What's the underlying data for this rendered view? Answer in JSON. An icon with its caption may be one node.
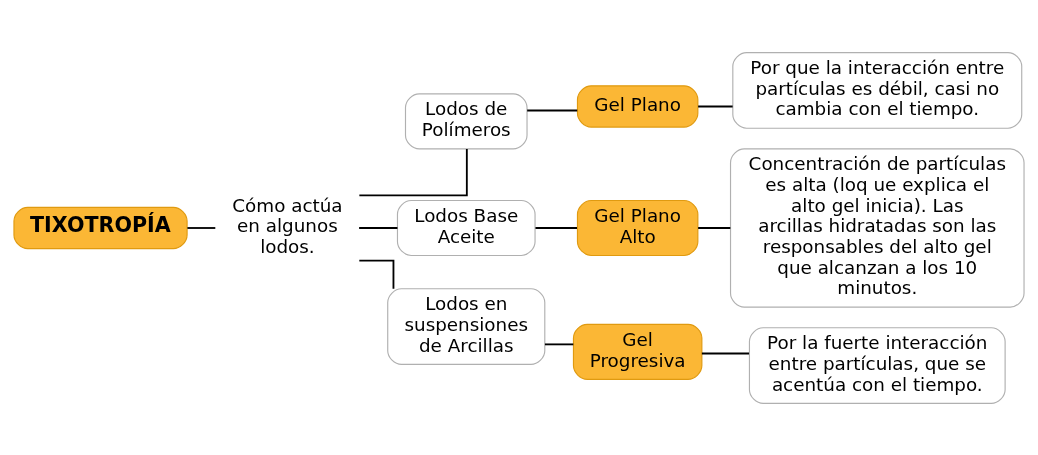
{
  "diagram": {
    "nodes": [
      {
        "text": [
          "TIXOTROPÍA"
        ]
      },
      {
        "text": [
          "Cómo actúa en algunos lodos."
        ]
      },
      {
        "text": [
          "Lodos de Polímeros"
        ]
      },
      {
        "text": [
          "Gel Plano"
        ]
      },
      {
        "text": [
          "Por que la interacción entre partículas es débil, casi no cambia con el tiempo."
        ]
      },
      {
        "text": [
          "Lodos Base Aceite"
        ]
      },
      {
        "text": [
          "Gel Plano Alto"
        ]
      },
      {
        "text": [
          "Concentración de partículas es alta (loq ue explica el alto gel inicia). Las arcillas hidratadas son las responsables del alto gel que alcanzan a los 10 minutos."
        ]
      },
      {
        "text": [
          "Lodos en suspensiones de Arcillas"
        ]
      },
      {
        "text": [
          "Gel Progresiva"
        ]
      },
      {
        "text": [
          "Por la fuerte interacción entre partículas, que se acentúa con el tiempo."
        ]
      }
    ],
    "edges": [
      {
        "from": 0,
        "to": 1,
        "arrow": "none"
      },
      {
        "from": 1,
        "to": 2,
        "arrow": "none"
      },
      {
        "from": 1,
        "to": 5,
        "arrow": "none"
      },
      {
        "from": 1,
        "to": 8,
        "arrow": "none"
      },
      {
        "from": 2,
        "to": 3,
        "arrow": "none"
      },
      {
        "from": 3,
        "to": 4,
        "arrow": "none"
      },
      {
        "from": 5,
        "to": 6,
        "arrow": "none"
      },
      {
        "from": 6,
        "to": 7,
        "arrow": "none"
      },
      {
        "from": 8,
        "to": 9,
        "arrow": "none"
      },
      {
        "from": 9,
        "to": 10,
        "arrow": "none"
      }
    ]
  }
}
